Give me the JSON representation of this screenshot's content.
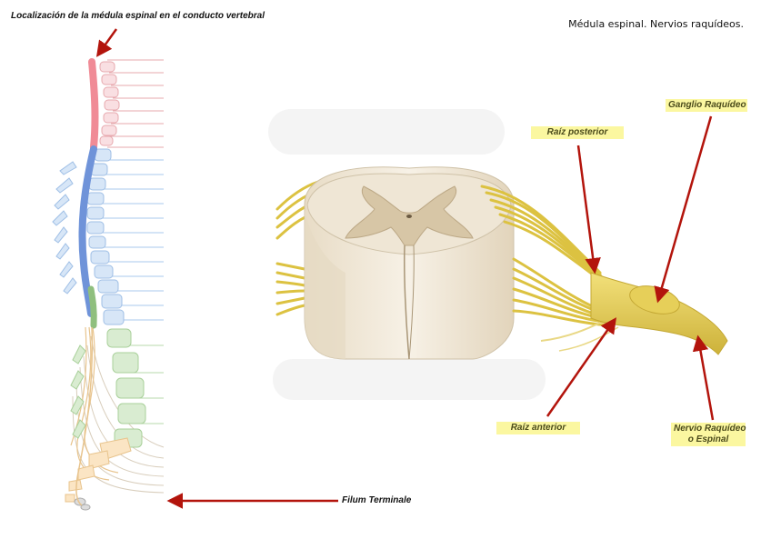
{
  "title": "Médula espinal. Nervios raquídeos.",
  "labels": {
    "localizacion": "Localización de la médula espinal en el conducto vertebral",
    "filum": "Filum Terminale",
    "raiz_posterior": "Raíz posterior",
    "ganglio": "Ganglio Raquídeo",
    "raiz_anterior": "Raíz anterior",
    "nervio_l1": "Nervio Raquídeo",
    "nervio_l2": "o Espinal"
  },
  "colors": {
    "arrow": "#b3140c",
    "highlight": "#fbf7a0",
    "cervical": "#f4b9be",
    "thoracic": "#a9c8ec",
    "lumbar": "#bfe0b4",
    "sacral": "#f6d7a8",
    "nerve": "#e6cf59",
    "cord": "#f3ebdc"
  },
  "icons": [
    "arrow-icon"
  ]
}
